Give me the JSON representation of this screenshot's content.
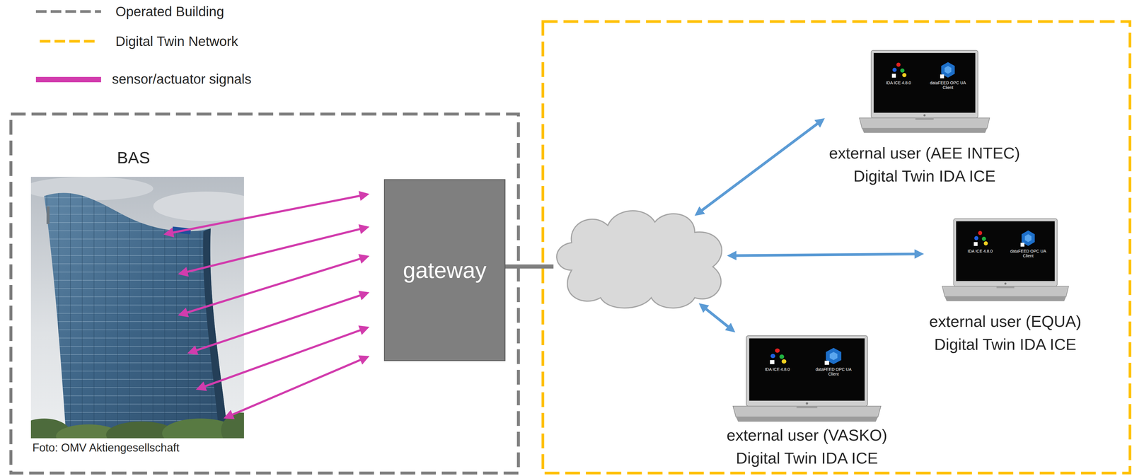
{
  "diagram": {
    "nodes": [
      {
        "text": [
          "BAS"
        ]
      },
      {
        "text": [
          "gateway"
        ]
      },
      {
        "text": []
      },
      {
        "text": [
          "external user (AEE INTEC)",
          "Digital Twin IDA ICE"
        ]
      },
      {
        "text": [
          "external user (EQUA)",
          "Digital Twin IDA ICE"
        ]
      },
      {
        "text": [
          "external user (VASKO)",
          "Digital Twin IDA ICE"
        ]
      }
    ],
    "edges": [
      {
        "from": 0,
        "to": 1,
        "arrow": "both"
      },
      {
        "from": 0,
        "to": 1,
        "arrow": "both"
      },
      {
        "from": 0,
        "to": 1,
        "arrow": "both"
      },
      {
        "from": 0,
        "to": 1,
        "arrow": "both"
      },
      {
        "from": 0,
        "to": 1,
        "arrow": "both"
      },
      {
        "from": 0,
        "to": 1,
        "arrow": "both"
      },
      {
        "from": 1,
        "to": 2,
        "arrow": "none"
      },
      {
        "from": 2,
        "to": 3,
        "arrow": "both"
      },
      {
        "from": 2,
        "to": 4,
        "arrow": "both"
      },
      {
        "from": 2,
        "to": 5,
        "arrow": "both"
      }
    ],
    "labels": [
      "Foto: OMV Aktiengesellschaft",
      "IDA ICE 4.8.0",
      "dataFEED OPC UA Client",
      "IDA ICE 4.8.0",
      "dataFEED OPC UA Client",
      "IDA ICE 4.8.0",
      "dataFEED OPC UA Client"
    ],
    "legend": [
      {
        "text": "Operated Building"
      },
      {
        "text": "Digital Twin Network"
      },
      {
        "text": "sensor/actuator signals"
      }
    ]
  }
}
